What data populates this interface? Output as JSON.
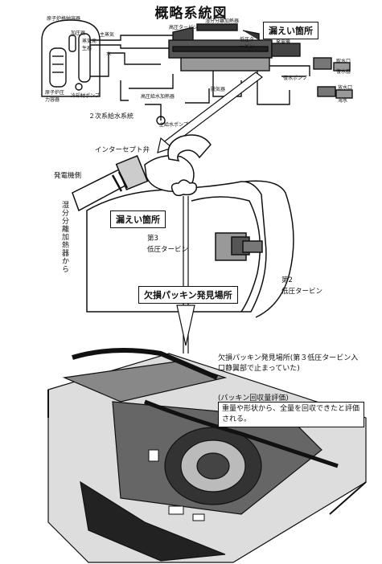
{
  "title": "概略系統図",
  "system": {
    "containment": "原子炉格納容器",
    "pressurizer": "加圧器",
    "steam_generator": "蒸気発生器",
    "main_steam": "主蒸気",
    "reactor_vessel": "原子炉圧力容器",
    "coolant_pump": "冷却材ポンプ",
    "water": "水",
    "hp_turbine": "高圧タービン",
    "msr": "湿分分離加熱器",
    "lp_turbine": "低圧タービン",
    "generator": "発電機",
    "condensate_pump": "復水ポンプ",
    "condenser_water": "復水器",
    "intake": "取水口",
    "discharge": "放水口",
    "sea": "海水",
    "hp_heater": "高圧給水加熱器",
    "deaerator": "脱気器",
    "feed_pump": "主給水ポンプ",
    "secondary_feed": "２次系給水系統"
  },
  "callouts": {
    "leak_top": "漏えい箇所",
    "leak_mid": "漏えい箇所",
    "missing_gasket": "欠損パッキン発見場所"
  },
  "labels": {
    "intercept_valve": "インターセプト弁",
    "generator_side": "発電機側",
    "lp3": "第3\n低圧タービン",
    "lp2": "第2\n低圧タービン",
    "from_msr": "湿分分離加熱器から"
  },
  "notes": {
    "found_location": "欠損パッキン発見場所(第３低圧タービン入口静翼部で止まっていた)",
    "recovery_title": "(パッキン回収量評価)",
    "recovery_body": "重量や形状から、全量を回収できたと評価される。"
  }
}
